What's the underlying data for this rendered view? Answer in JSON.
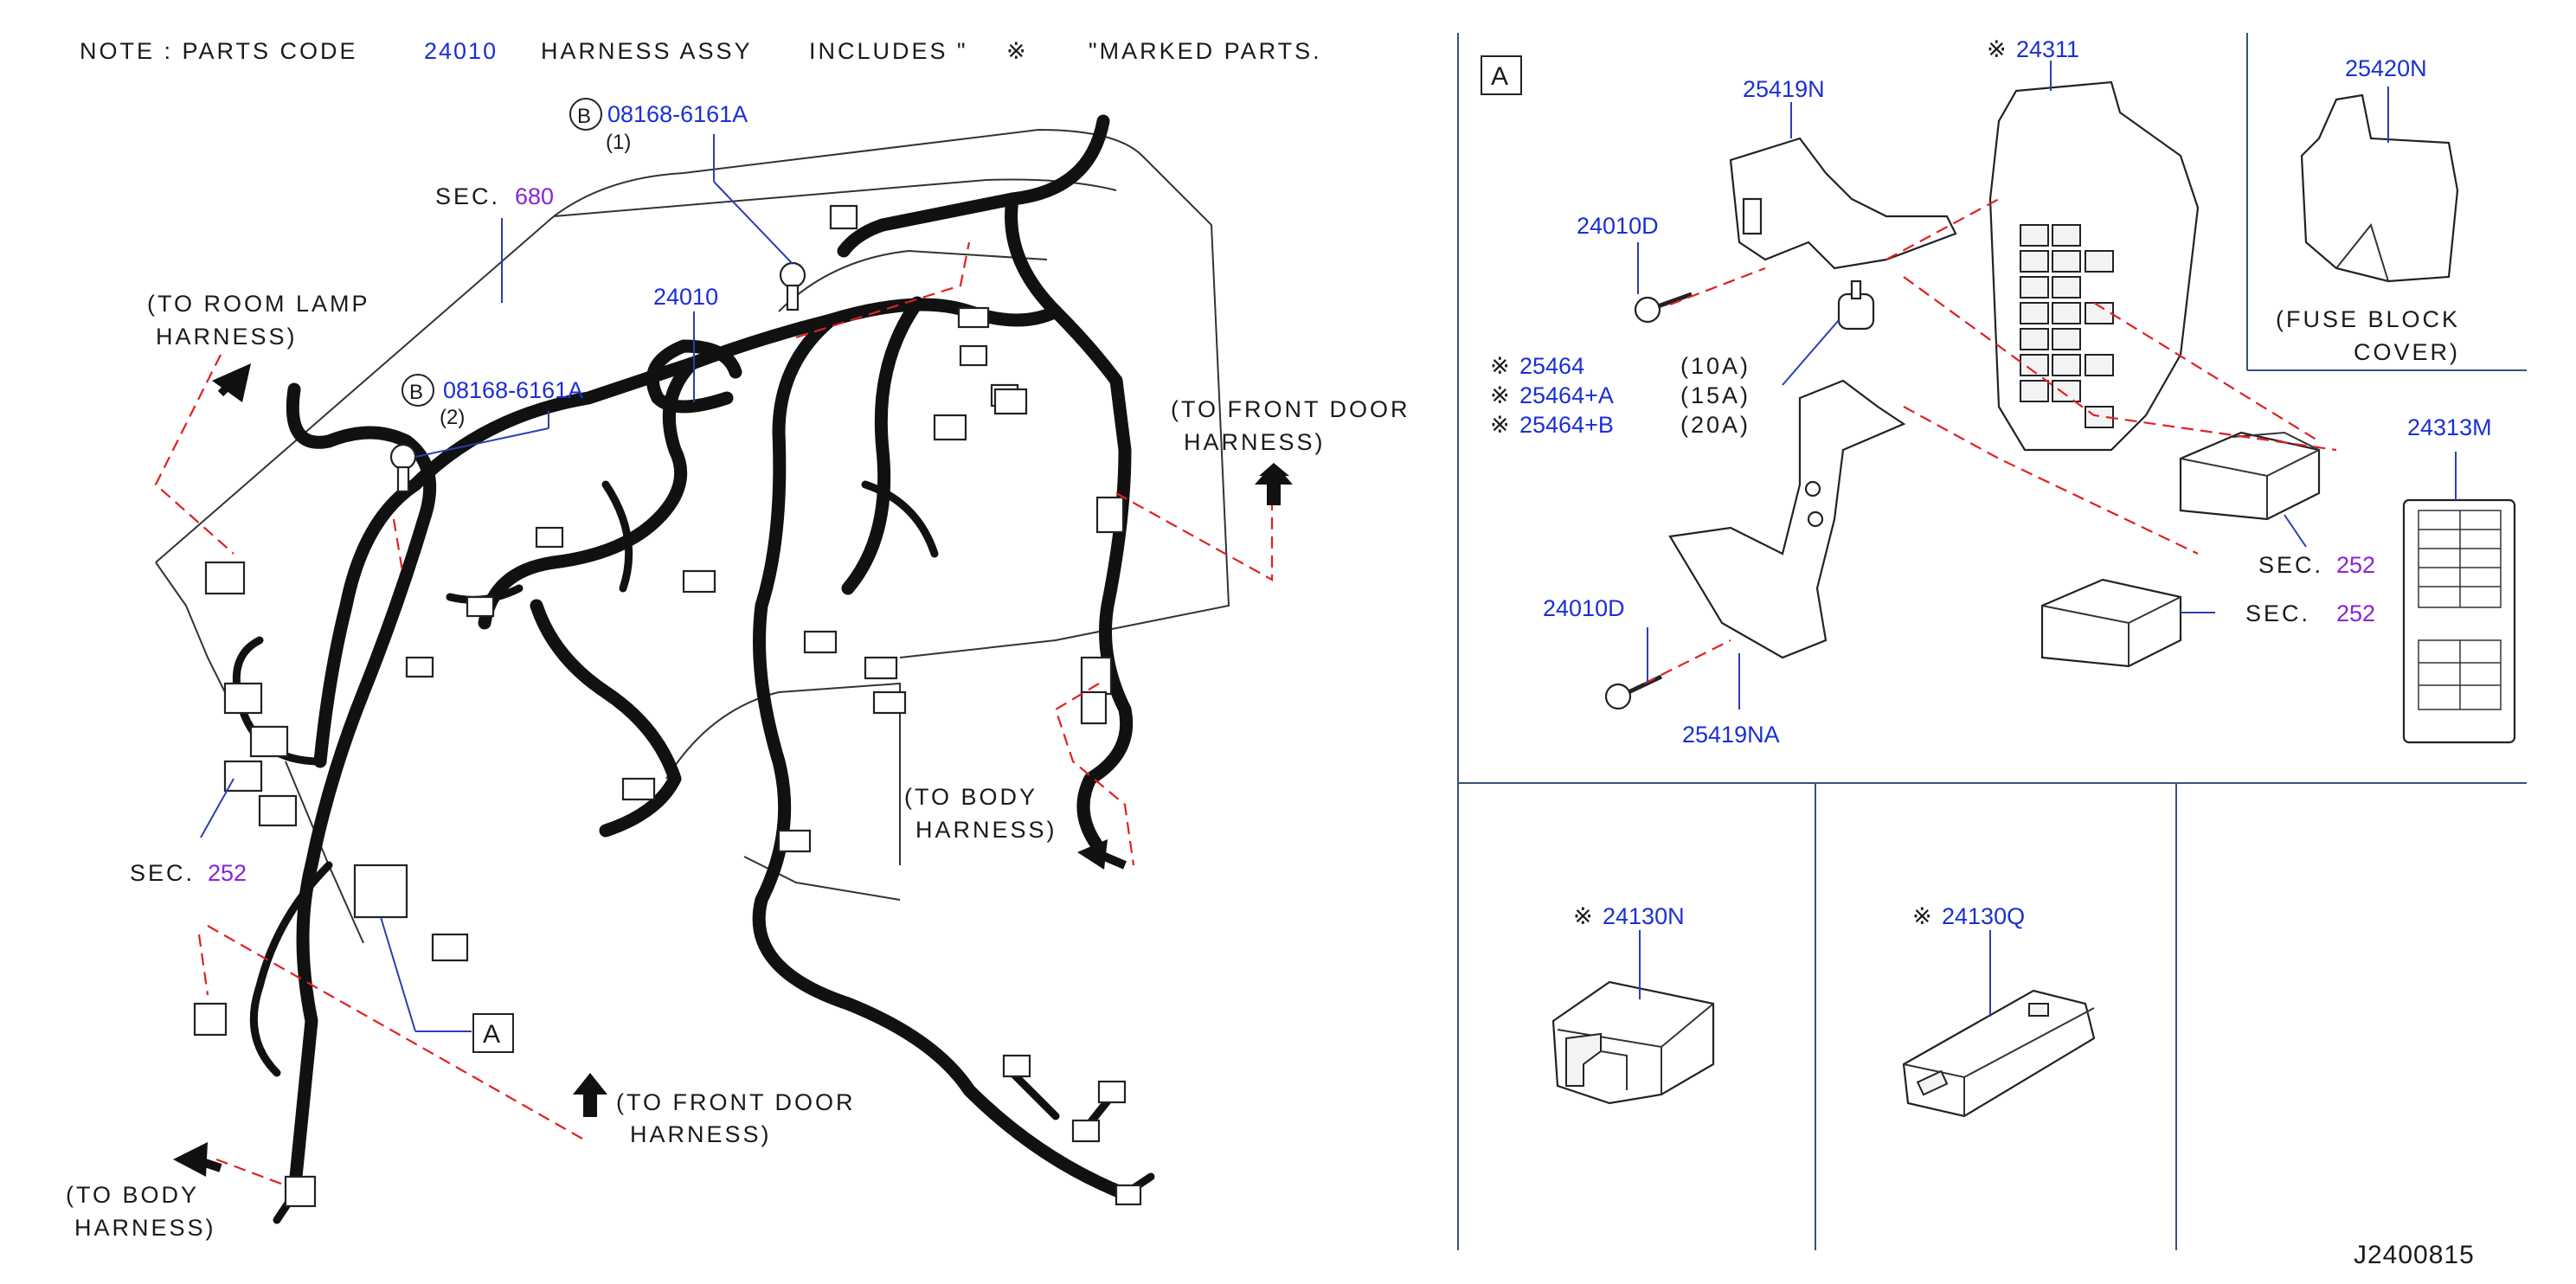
{
  "note": {
    "prefix": "NOTE : PARTS CODE",
    "code": "24010",
    "middle": "HARNESS ASSY",
    "includes": "INCLUDES \"",
    "mark": "※",
    "suffix": "\"MARKED PARTS."
  },
  "left": {
    "bolt1": {
      "circle": "B",
      "code": "08168-6161A",
      "qty": "(1)"
    },
    "bolt2": {
      "circle": "B",
      "code": "08168-6161A",
      "qty": "(2)"
    },
    "sec680": {
      "prefix": "SEC.",
      "num": "680"
    },
    "harness_code": "24010",
    "room_lamp": [
      "(TO ROOM LAMP",
      "HARNESS)"
    ],
    "front_door_top": [
      "(TO FRONT DOOR",
      "HARNESS)"
    ],
    "body_right": [
      "(TO BODY",
      "HARNESS)"
    ],
    "front_door_bottom": [
      "(TO FRONT DOOR",
      "HARNESS)"
    ],
    "body_left": [
      "(TO BODY",
      "HARNESS)"
    ],
    "sec252": {
      "prefix": "SEC.",
      "num": "252"
    },
    "view_a": "A"
  },
  "panel_a": {
    "tag": "A",
    "p24311": {
      "mark": "※",
      "code": "24311"
    },
    "p25419N": "25419N",
    "p24010D_1": "24010D",
    "p24010D_2": "24010D",
    "p25419NA": "25419NA",
    "fuses": [
      {
        "mark": "※",
        "code": "25464",
        "amp": "(10A)"
      },
      {
        "mark": "※",
        "code": "25464+A",
        "amp": "(15A)"
      },
      {
        "mark": "※",
        "code": "25464+B",
        "amp": "(20A)"
      }
    ],
    "p25420N": "25420N",
    "fuse_cover": [
      "(FUSE BLOCK",
      "COVER)"
    ],
    "p24313M": "24313M",
    "sec252_a": {
      "prefix": "SEC.",
      "num": "252"
    },
    "sec252_b": {
      "prefix": "SEC.",
      "num": "252"
    }
  },
  "bottom": {
    "p24130N": {
      "mark": "※",
      "code": "24130N"
    },
    "p24130Q": {
      "mark": "※",
      "code": "24130Q"
    }
  },
  "drawing_id": "J2400815",
  "colors": {
    "code": "#1a2fd6",
    "sec": "#8a22d8",
    "dash": "#e02020",
    "frame": "#3b4f7a"
  }
}
